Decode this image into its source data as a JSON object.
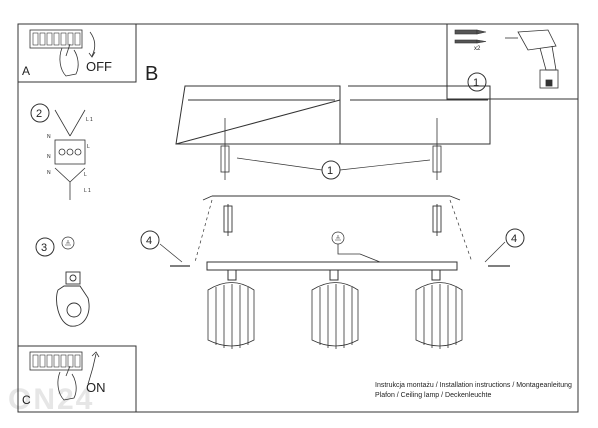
{
  "steps": {
    "a": {
      "letter": "A",
      "label": "OFF"
    },
    "b": {
      "letter": "B"
    },
    "c": {
      "letter": "C",
      "label": "ON"
    }
  },
  "callouts": {
    "tools": "1",
    "screws": "1",
    "wiring": "2",
    "ground": "3",
    "left_screw": "4",
    "right_screw": "4",
    "x2": "x2"
  },
  "wiring_labels": {
    "l1_top": "L 1",
    "n_top": "N",
    "l_mid": "L",
    "n_mid": "N",
    "n_bot": "N",
    "l_bot": "L",
    "l1_bot": "L 1"
  },
  "caption": {
    "line1": "Instrukcja montażu / Installation instructions / Montageanleitung",
    "line2": "Plafon / Ceiling lamp / Deckenleuchte"
  },
  "watermark": "ON24"
}
